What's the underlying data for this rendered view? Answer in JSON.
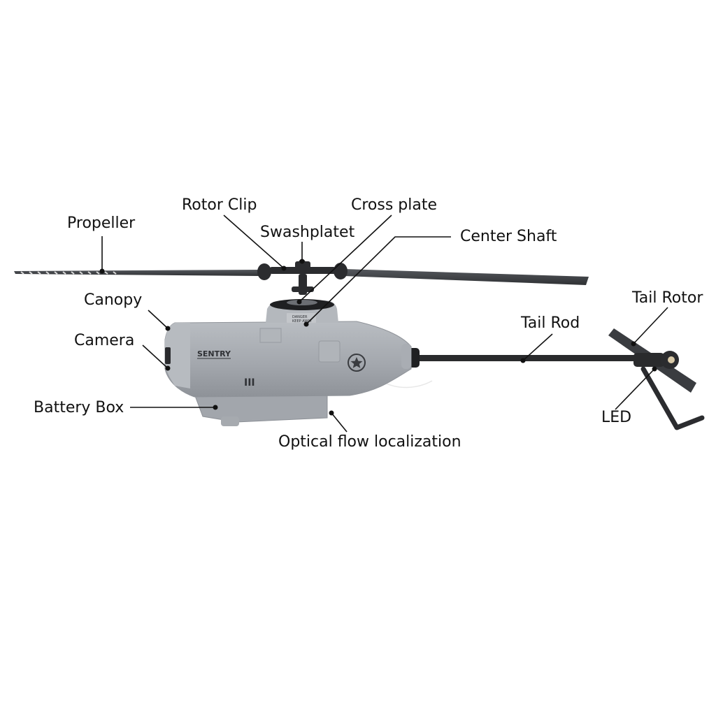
{
  "labels": {
    "propeller": "Propeller",
    "rotor_clip": "Rotor Clip",
    "swashplatet": "Swashplatet",
    "cross_plate": "Cross plate",
    "center_shaft": "Center Shaft",
    "canopy": "Canopy",
    "camera": "Camera",
    "battery_box": "Battery Box",
    "tail_rod": "Tail Rod",
    "tail_rotor": "Tail Rotor",
    "led": "LED",
    "optical_flow": "Optical flow localization"
  },
  "decals": {
    "brand": "SENTRY",
    "warning_line1": "DANGER",
    "warning_line2": "KEEP AWAY",
    "mark": "III"
  },
  "colors": {
    "body": "#a7abb1",
    "blade": "#3e4044",
    "rod": "#2a2b2d"
  }
}
